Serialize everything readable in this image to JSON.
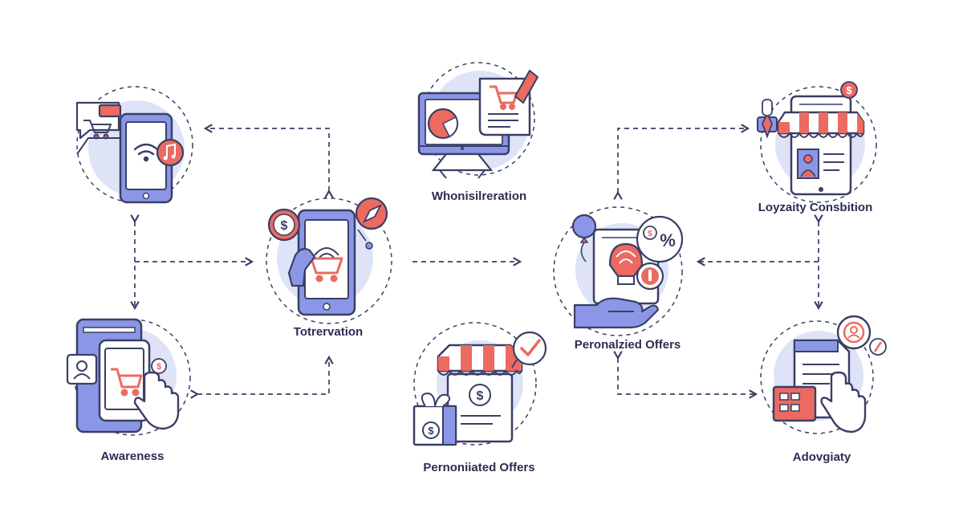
{
  "colors": {
    "ink": "#3a3f66",
    "blob": "#dfe3f8",
    "accent_blue": "#8b97e6",
    "accent_red": "#ec6a60",
    "label": "#2b2d52"
  },
  "nodes": [
    {
      "key": "top-left",
      "label": "",
      "icons": [
        "smartphone-icon",
        "wifi-icon",
        "music-note-icon",
        "chat-icon",
        "shopping-cart-icon"
      ]
    },
    {
      "key": "awareness",
      "label": "Awareness",
      "icons": [
        "smartphone-icon",
        "shopping-cart-icon",
        "pointing-hand-icon",
        "user-icon",
        "dollar-coin-icon"
      ]
    },
    {
      "key": "totrervation",
      "label": "Totrervation",
      "icons": [
        "smartphone-icon",
        "shopping-cart-icon",
        "dollar-coin-icon",
        "compass-icon",
        "hand-icon"
      ]
    },
    {
      "key": "whonisilreration",
      "label": "Whonisilreration",
      "icons": [
        "monitor-icon",
        "shopping-cart-icon",
        "document-icon",
        "pen-icon"
      ]
    },
    {
      "key": "pernoniiated-offers",
      "label": "Pernoniiated Offers",
      "icons": [
        "storefront-icon",
        "dollar-icon",
        "checkmark-badge-icon",
        "gift-box-icon"
      ]
    },
    {
      "key": "personalized-offers",
      "label": "Peronalzied Offers",
      "icons": [
        "tablet-icon",
        "lightbulb-icon",
        "percent-badge-icon",
        "hand-icon",
        "balloon-icon"
      ]
    },
    {
      "key": "loyalty",
      "label": "Loyzaity Consbition",
      "icons": [
        "storefront-icon",
        "tablet-icon",
        "person-icon",
        "dollar-coin-icon",
        "hand-sparkle-icon"
      ]
    },
    {
      "key": "advocacy",
      "label": "Adovgiaty",
      "icons": [
        "document-icon",
        "pointing-hand-icon",
        "user-badge-icon",
        "calendar-icon",
        "pen-icon"
      ]
    }
  ]
}
